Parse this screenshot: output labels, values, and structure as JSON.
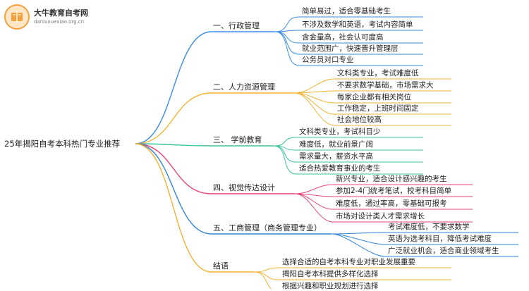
{
  "brand": {
    "name": "大牛教育自考网",
    "url": "daniuxuexiao.org.cn"
  },
  "mindmap": {
    "root": "25年揭阳自考本科热门专业推荐",
    "branches": [
      {
        "label": "一、行政管理",
        "color": "#3a8ee6",
        "leaves": [
          "简单易过，适合零基础考生",
          "不涉及数学和英语，考试内容简单",
          "含金量高，社会认可度高",
          "就业范围广，快速晋升管理层",
          "公务员对口专业"
        ]
      },
      {
        "label": "二、人力资源管理",
        "color": "#f2b233",
        "leaves": [
          "文科类专业，考试难度低",
          "不要求数学基础，市场需求大",
          "每家企业都有相关岗位",
          "工作稳定，上班时间固定",
          "社会地位较高"
        ]
      },
      {
        "label": "三、 学前教育",
        "color": "#3cc39a",
        "leaves": [
          "文科类专业，考试科目少",
          "难度低，就业前景广阔",
          "需求量大，薪资水平高",
          "适合热爱教育事业的考生"
        ]
      },
      {
        "label": "四、视觉传达设计",
        "color": "#e8447a",
        "leaves": [
          "新兴专业，适合设计感兴趣的考生",
          "参加2-4门统考笔试，校考科目简单",
          "难度低，通过率高，零基础可报考",
          "市场对设计类人才需求增长"
        ]
      },
      {
        "label": "五、工商管理（商务管理专业）",
        "color": "#2f86d8",
        "leaves": [
          "考试难度低，不要求数学",
          "英语为选考科目，降低考试难度",
          "广泛就业机会，适合商业领域考生"
        ]
      },
      {
        "label": "结语",
        "color": "#f2b233",
        "leaves": [
          "选择合适的自考本科专业对职业发展重要",
          "揭阳自考本科提供多样化选择",
          "根据兴趣和职业规划进行选择"
        ]
      }
    ]
  }
}
